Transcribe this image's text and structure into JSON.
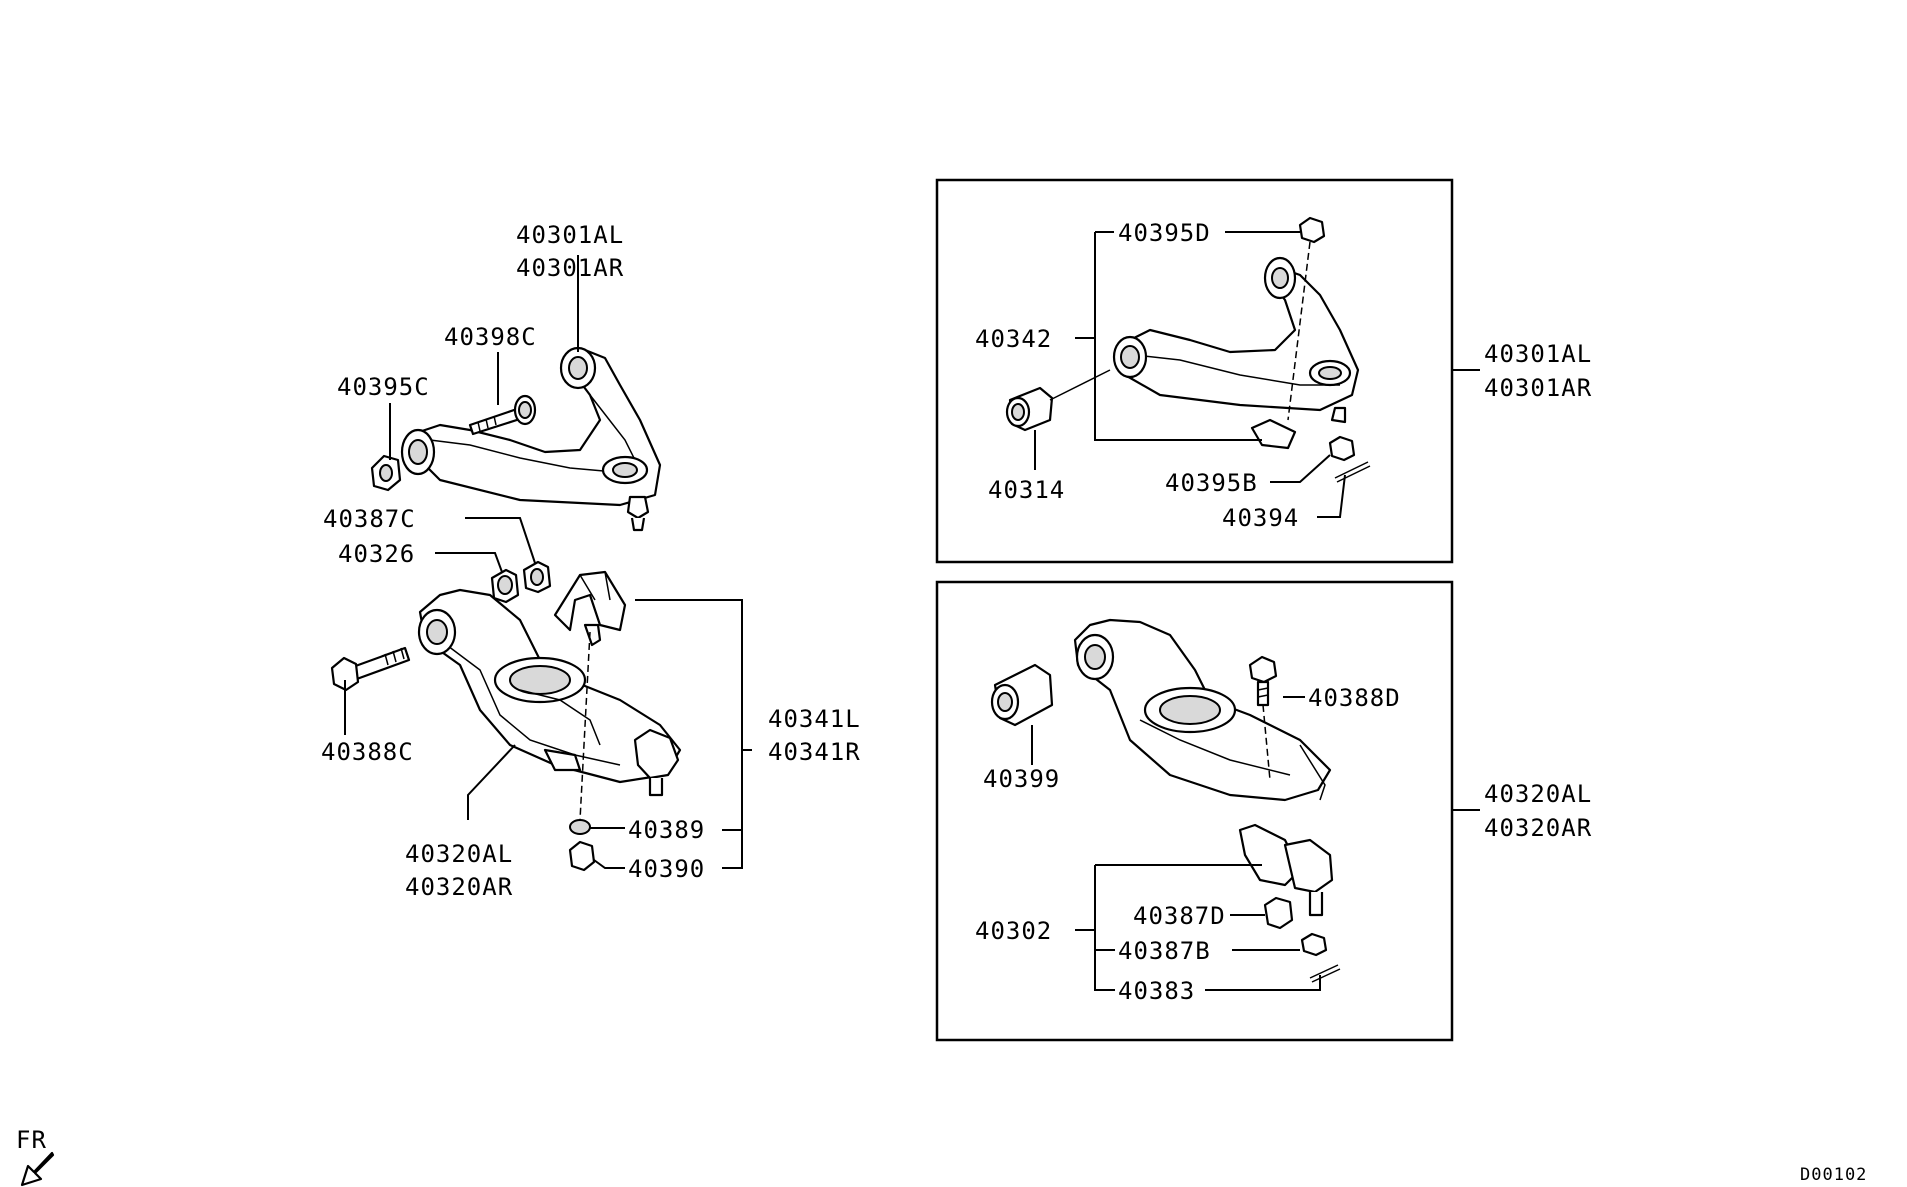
{
  "left": {
    "upper_arm": [
      "40301AL",
      "40301AR"
    ],
    "bolt_upper": "40398C",
    "nut_upper": "40395C",
    "nut_c": "40387C",
    "bushing": "40326",
    "bolt_lower": "40388C",
    "lower_arm": [
      "40320AL",
      "40320AR"
    ],
    "bracket": [
      "40341L",
      "40341R"
    ],
    "washer": "40389",
    "nut_lower": "40390"
  },
  "box_upper": {
    "nut_d": "40395D",
    "bracket": "40342",
    "bushing": "40314",
    "nut_b": "40395B",
    "pin": "40394",
    "arm": [
      "40301AL",
      "40301AR"
    ]
  },
  "box_lower": {
    "bolt_d": "40388D",
    "bushing": "40399",
    "ball_joint": "40302",
    "nut_d": "40387D",
    "nut_b": "40387B",
    "pin": "40383",
    "arm": [
      "40320AL",
      "40320AR"
    ]
  },
  "footer": {
    "fr": "FR",
    "code": "D00102"
  }
}
